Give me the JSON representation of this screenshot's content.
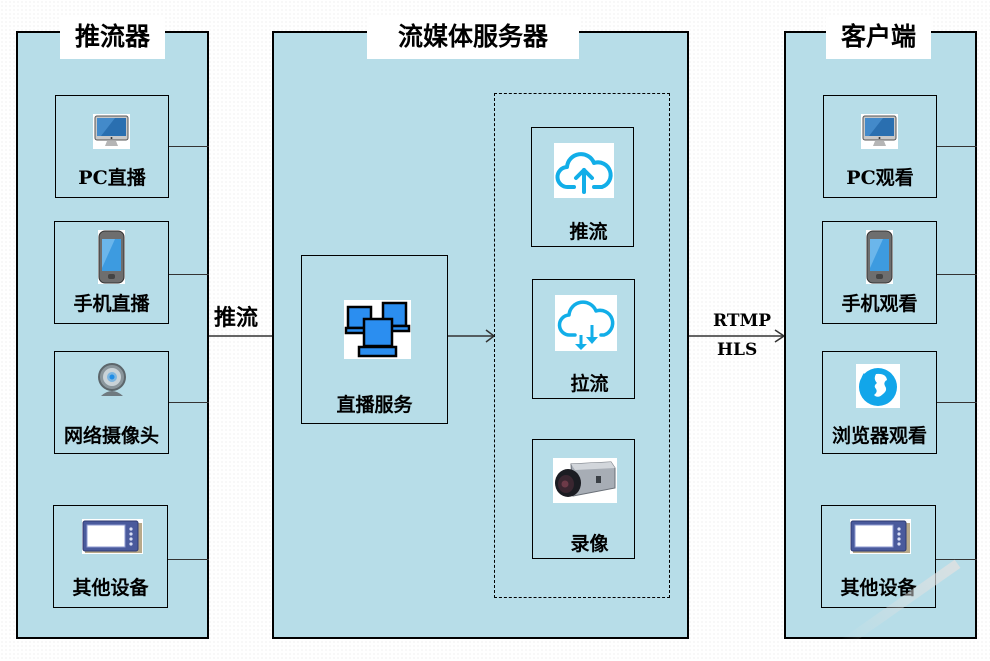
{
  "panels": {
    "pusher": {
      "title": "推流器",
      "items": [
        {
          "label": "PC直播",
          "icon": "desktop-monitor-icon"
        },
        {
          "label": "手机直播",
          "icon": "smartphone-icon"
        },
        {
          "label": "网络摄像头",
          "icon": "webcam-icon"
        },
        {
          "label": "其他设备",
          "icon": "device-panel-icon"
        }
      ]
    },
    "server": {
      "title": "流媒体服务器",
      "live_service": {
        "label": "直播服务",
        "icon": "networked-computers-icon"
      },
      "functions": [
        {
          "label": "推流",
          "icon": "cloud-upload-icon"
        },
        {
          "label": "拉流",
          "icon": "cloud-download-icon"
        },
        {
          "label": "录像",
          "icon": "cctv-camera-icon"
        }
      ]
    },
    "client": {
      "title": "客户端",
      "items": [
        {
          "label": "PC观看",
          "icon": "desktop-monitor-icon"
        },
        {
          "label": "手机观看",
          "icon": "smartphone-icon"
        },
        {
          "label": "浏览器观看",
          "icon": "browser-globe-icon"
        },
        {
          "label": "其他设备",
          "icon": "device-panel-icon"
        }
      ]
    }
  },
  "connectors": {
    "push_label": "推流",
    "protocol_top": "RTMP",
    "protocol_bottom": "HLS"
  },
  "colors": {
    "panel_fill": "#b7dde8",
    "icon_blue": "#1aa7e8",
    "border": "#000000"
  }
}
